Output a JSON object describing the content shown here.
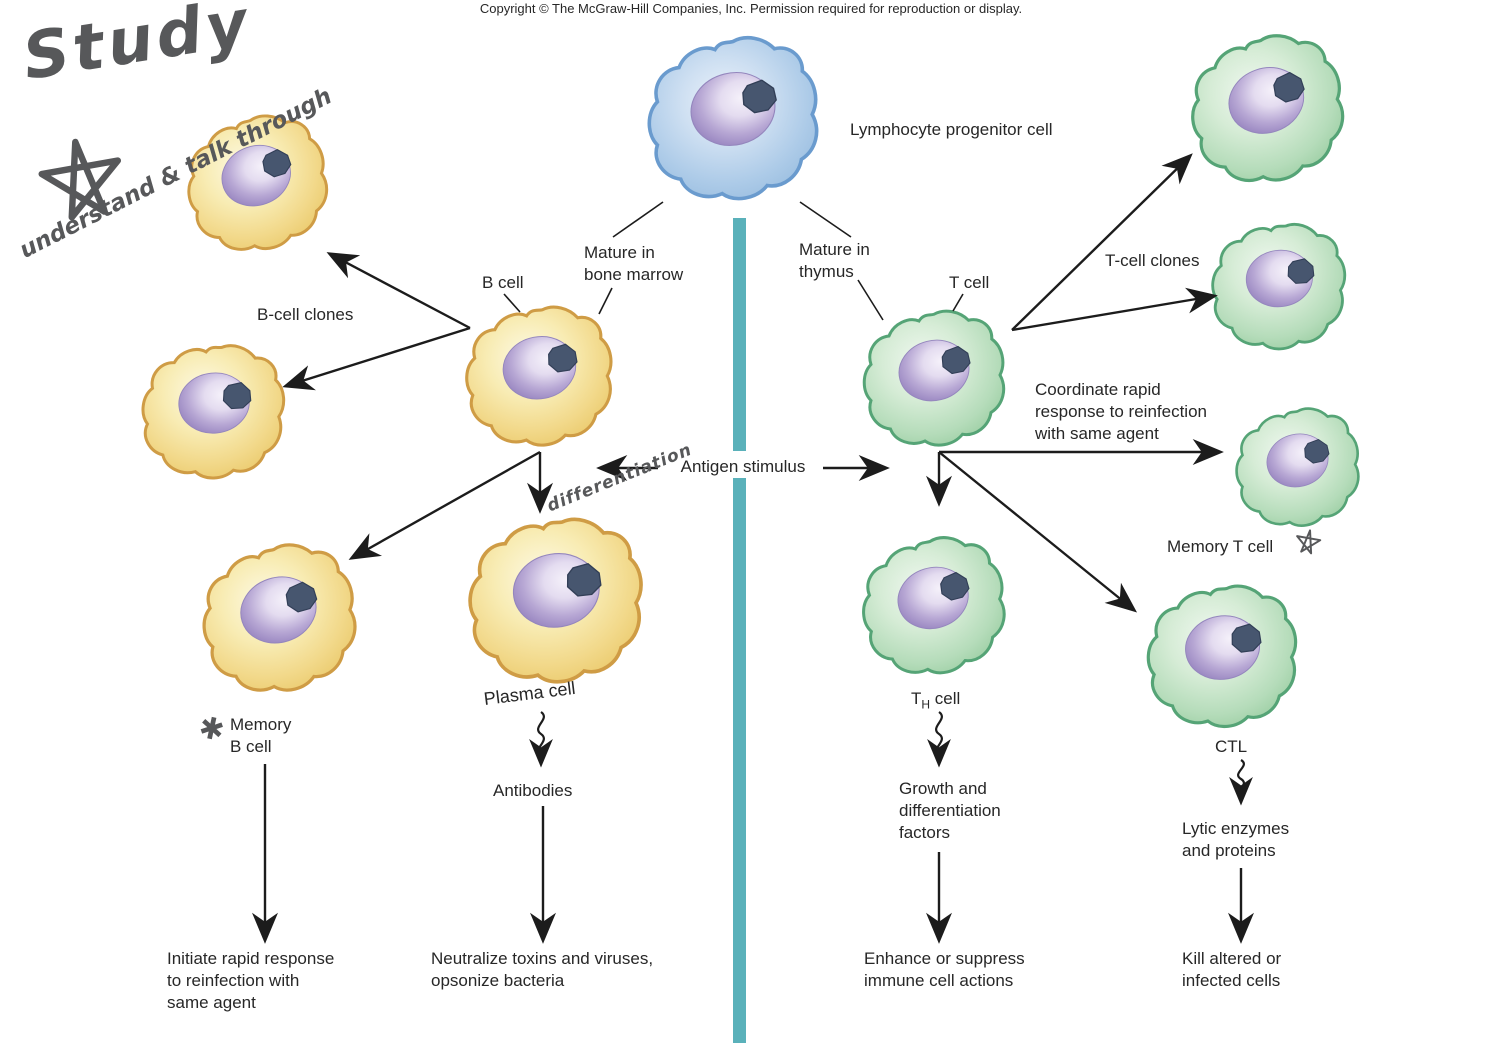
{
  "copyright": "Copyright © The McGraw-Hill Companies, Inc. Permission required for reproduction or display.",
  "handwritten": {
    "study": "Study",
    "note": "understand &\ntalk through",
    "differentiation": "differentiation",
    "memory_b_asterisk": "✱"
  },
  "center": {
    "progenitor_label": "Lymphocyte progenitor cell",
    "antigen_stimulus": "Antigen stimulus"
  },
  "b_branch": {
    "mature": "Mature in\nbone marrow",
    "b_cell": "B cell",
    "clones": "B-cell clones",
    "memory_b": "Memory\nB cell",
    "plasma": "Plasma cell",
    "antibodies": "Antibodies",
    "memory_outcome": "Initiate rapid response\nto reinfection with\nsame agent",
    "antibodies_outcome": "Neutralize toxins and viruses,\nopsonize bacteria"
  },
  "t_branch": {
    "mature": "Mature in\nthymus",
    "t_cell": "T cell",
    "clones": "T-cell clones",
    "coordinate": "Coordinate rapid\nresponse to reinfection\nwith same agent",
    "memory_t": "Memory T cell",
    "th_prefix": "T",
    "th_sub": "H",
    "th_suffix": " cell",
    "growth": "Growth and\ndifferentiation\nfactors",
    "ctl": "CTL",
    "lytic": "Lytic enzymes\nand proteins",
    "th_outcome": "Enhance or suppress\nimmune cell actions",
    "ctl_outcome": "Kill altered or\ninfected cells"
  },
  "colors": {
    "divider_teal": "#5ab1ba",
    "b_cell_yellow": "#f2d98b",
    "b_cell_outline": "#cf9c45",
    "t_cell_green": "#b5dcba",
    "t_cell_outline": "#55a476",
    "progenitor_blue": "#adcbe8",
    "progenitor_outline": "#6a9bce",
    "nucleus_purple": "#b7a7d4",
    "nucleolus_navy": "#47566f",
    "text_dark": "#272727",
    "handwriting_gray": "#57585a",
    "arrow_black": "#1c1c1c"
  }
}
